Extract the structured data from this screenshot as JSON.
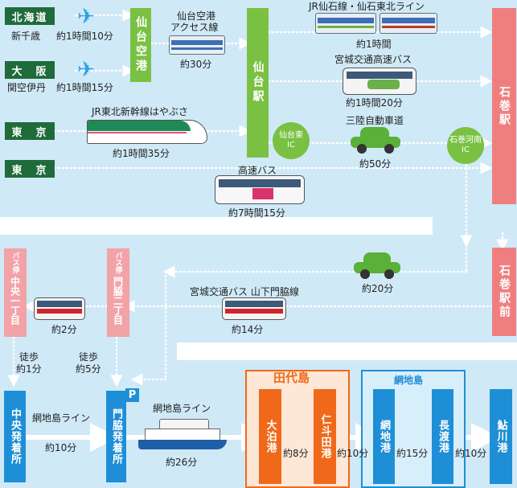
{
  "origins": {
    "hokkaido": {
      "name": "北海道",
      "airport": "新千歳",
      "time": "約1時間10分"
    },
    "osaka": {
      "name": "大　阪",
      "airport": "関空伊丹",
      "time": "約1時間15分"
    },
    "tokyo1": {
      "name": "東　京"
    },
    "tokyo2": {
      "name": "東　京"
    }
  },
  "stations": {
    "sendai_airport": "仙台空港",
    "sendai": "仙台駅",
    "ishinomaki": "石巻駅",
    "ishinomaki_ekimae": "石巻駅前",
    "sendai_higashi_ic": [
      "仙台東",
      "IC"
    ],
    "ishinomaki_kanan_ic": [
      "石巻河南",
      "IC"
    ],
    "chuo_stop": {
      "top": "バス停",
      "name": "中央一丁目"
    },
    "monwaki_stop": {
      "top": "バス停",
      "name": "門脇二丁目"
    },
    "chuo_port": "中央発着所",
    "monwaki_port": "門脇発着所",
    "odomari": "大泊港",
    "nitada": "仁斗田港",
    "ajishima_port": "網地港",
    "nagawata": "長渡港",
    "ayukawa": "鮎川港"
  },
  "routes": {
    "airport_access": {
      "line1": "仙台空港",
      "line2": "アクセス線",
      "time": "約30分"
    },
    "jr_senseki": {
      "label": "JR仙石線・仙石東北ライン",
      "time": "約1時間"
    },
    "miyagi_express": {
      "label": "宮城交通高速バス",
      "time": "約1時間20分"
    },
    "sanriku": {
      "label": "三陸自動車道",
      "time": "約50分"
    },
    "shinkansen": {
      "label": "JR東北新幹線はやぶさ",
      "time": "約1時間35分"
    },
    "highway_bus": {
      "label": "高速バス",
      "time": "約7時間15分"
    },
    "car_ekimae": {
      "time": "約20分"
    },
    "city_bus": {
      "label": "宮城交通バス 山下門脇線",
      "time": "約14分"
    },
    "bus_short": {
      "time": "約2分"
    },
    "walk_chuo": {
      "label": "徒歩",
      "time": "約1分"
    },
    "walk_monwaki": {
      "label": "徒歩",
      "time": "約5分"
    },
    "ferry_chuo": {
      "label": "網地島ライン",
      "time": "約10分"
    },
    "ferry_monwaki": {
      "label": "網地島ライン",
      "time": "約26分"
    },
    "odomari_nitada": {
      "time": "約8分"
    },
    "nitada_ajishima": {
      "time": "約10分"
    },
    "ajishima_nagawata": {
      "time": "約15分"
    },
    "nagawata_ayukawa": {
      "time": "約10分"
    }
  },
  "islands": {
    "tashiro": "田代島",
    "ajishima": "網地島"
  },
  "parking": "P",
  "colors": {
    "bg": "#cfe9f7",
    "green_dark": "#1f6b3a",
    "green": "#7ac143",
    "red": "#ef7f7f",
    "blue": "#1e8fd6",
    "orange": "#f0691a",
    "dots": "#ffffff"
  }
}
